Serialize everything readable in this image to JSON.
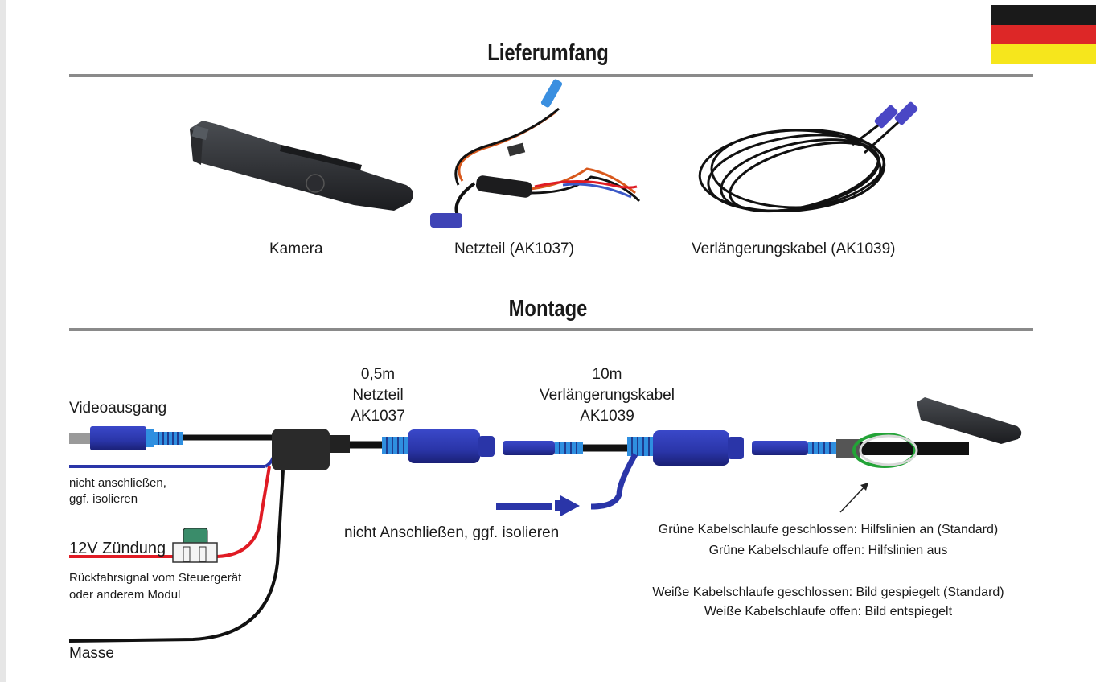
{
  "sections": {
    "scope_title": "Lieferumfang",
    "mount_title": "Montage"
  },
  "flag": {
    "colors": [
      "#1a1a1a",
      "#dd2727",
      "#f6e61c"
    ]
  },
  "products": {
    "camera": "Kamera",
    "power": "Netzteil (AK1037)",
    "extension": "Verlängerungskabel (AK1039)"
  },
  "diagram": {
    "video_out": "Videoausgang",
    "not_connect_line1": "nicht anschließen,",
    "not_connect_line2": "ggf. isolieren",
    "ignition": "12V Zündung",
    "reverse_line1": "Rückfahrsignal vom Steuergerät",
    "reverse_line2": "oder anderem Modul",
    "ground": "Masse",
    "power_len": "0,5m",
    "power_name": "Netzteil",
    "power_code": "AK1037",
    "ext_len": "10m",
    "ext_name": "Verlängerungskabel",
    "ext_code": "AK1039",
    "not_connect_mid": "nicht Anschließen, ggf. isolieren",
    "green_closed": "Grüne Kabelschlaufe geschlossen: Hilfslinien an (Standard)",
    "green_open": "Grüne Kabelschlaufe offen: Hilfslinien aus",
    "white_closed": "Weiße Kabelschlaufe geschlossen: Bild gespiegelt (Standard)",
    "white_open": "Weiße Kabelschlaufe offen: Bild entspiegelt"
  },
  "colors": {
    "connector_blue": "#2a35a8",
    "ring_blue": "#2f8fe0",
    "wire_red": "#e01b24",
    "wire_black": "#111111",
    "loop_green": "#23a337",
    "rule_gray": "#8a8a8a"
  }
}
